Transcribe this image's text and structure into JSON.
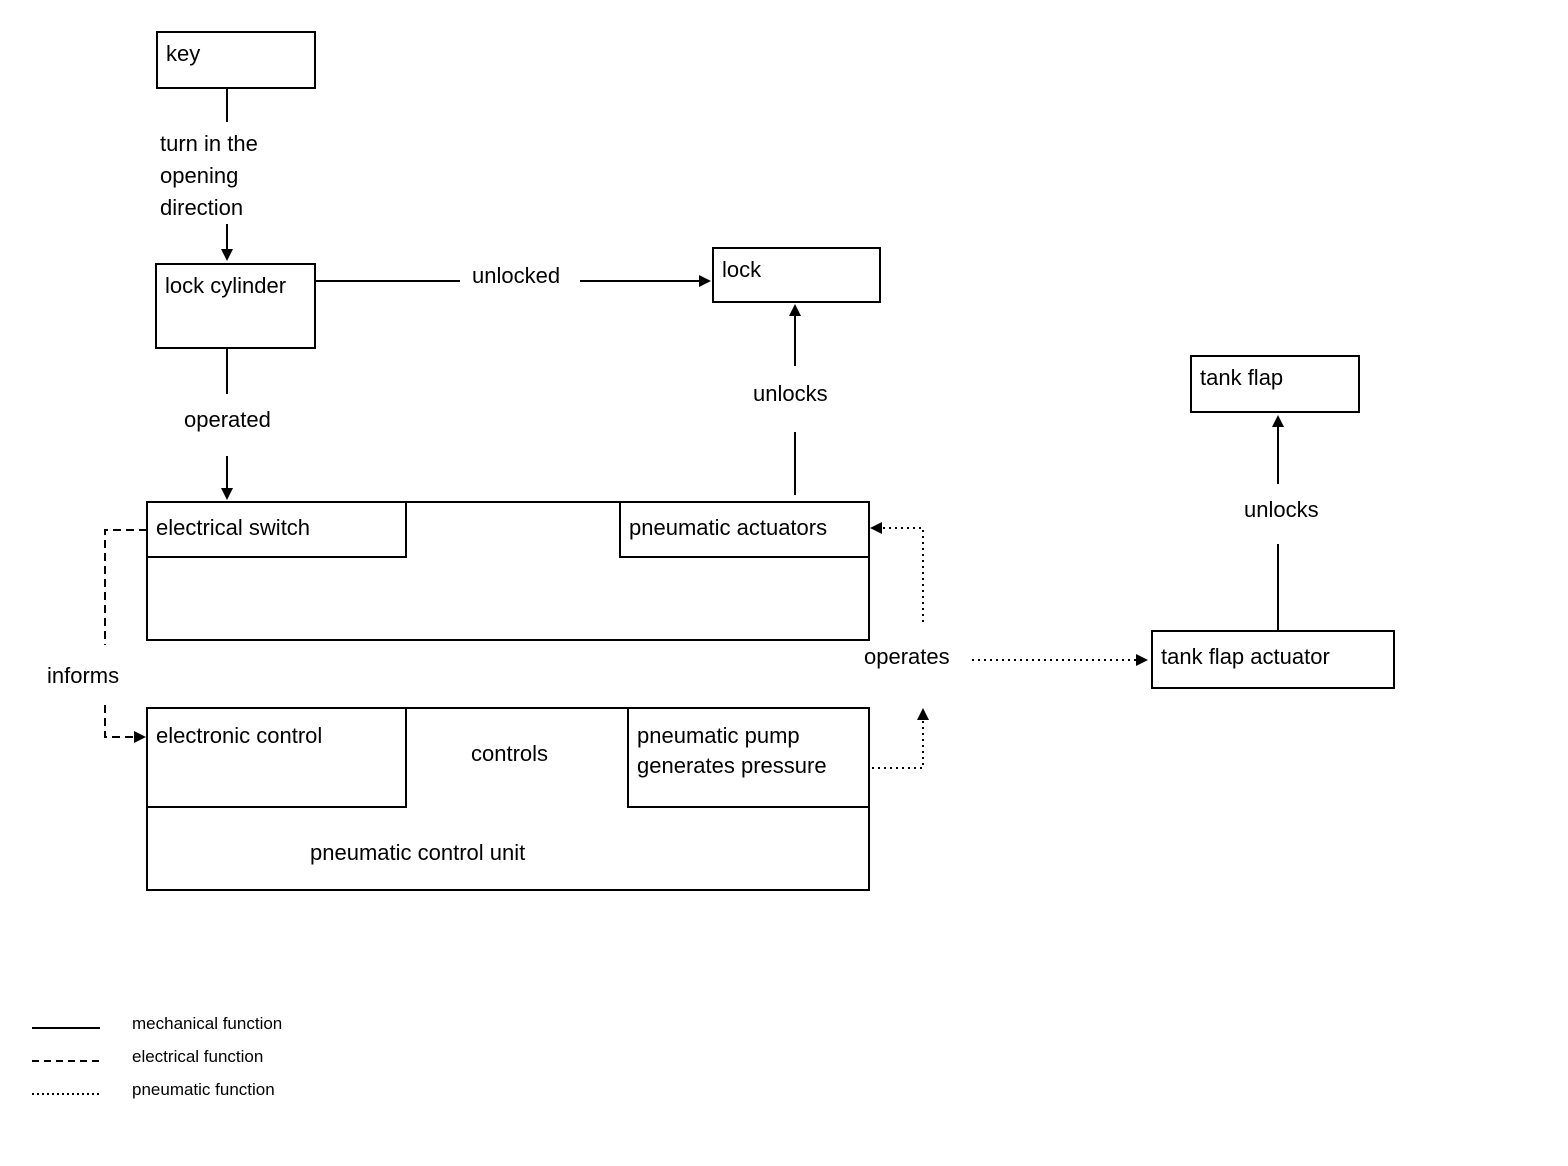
{
  "diagram": {
    "nodes": {
      "key": "key",
      "lock_cylinder": "lock cylinder",
      "lock": "lock",
      "tank_flap": "tank flap",
      "electrical_switch": "electrical switch",
      "pneumatic_actuators": "pneumatic actuators",
      "electronic_control": "electronic control",
      "pneumatic_pump": "pneumatic pump\ngenerates pressure",
      "pneumatic_control_unit": "pneumatic control unit",
      "tank_flap_actuator": "tank flap actuator"
    },
    "edges": {
      "turn": "turn in the\nopening\ndirection",
      "unlocked": "unlocked",
      "operated": "operated",
      "unlocks_lock": "unlocks",
      "unlocks_flap": "unlocks",
      "informs": "informs",
      "controls": "controls",
      "operates": "operates"
    }
  },
  "legend": {
    "mechanical": "mechanical function",
    "electrical": "electrical function",
    "pneumatic": "pneumatic function"
  }
}
